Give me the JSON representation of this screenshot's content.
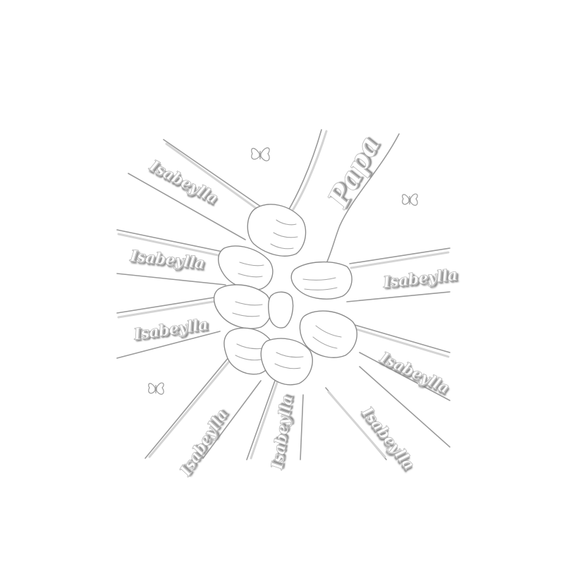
{
  "names": {
    "papa": "Papa",
    "top_left": "Isabeylla",
    "left_upper": "Isabeylla",
    "left_lower": "Isabeylla",
    "bottom_left": "Isabeylla",
    "bottom_center": "Isabeylla",
    "bottom_right": "Isabeylla",
    "right_lower": "Isabeylla",
    "right_upper": "Isabeylla"
  },
  "icons": [
    "butterfly-icon",
    "butterfly-icon",
    "butterfly-icon"
  ],
  "colors": {
    "background": "#ffffff",
    "line": "#9a9a9a",
    "emboss_shadow": "#7a7a7a"
  }
}
